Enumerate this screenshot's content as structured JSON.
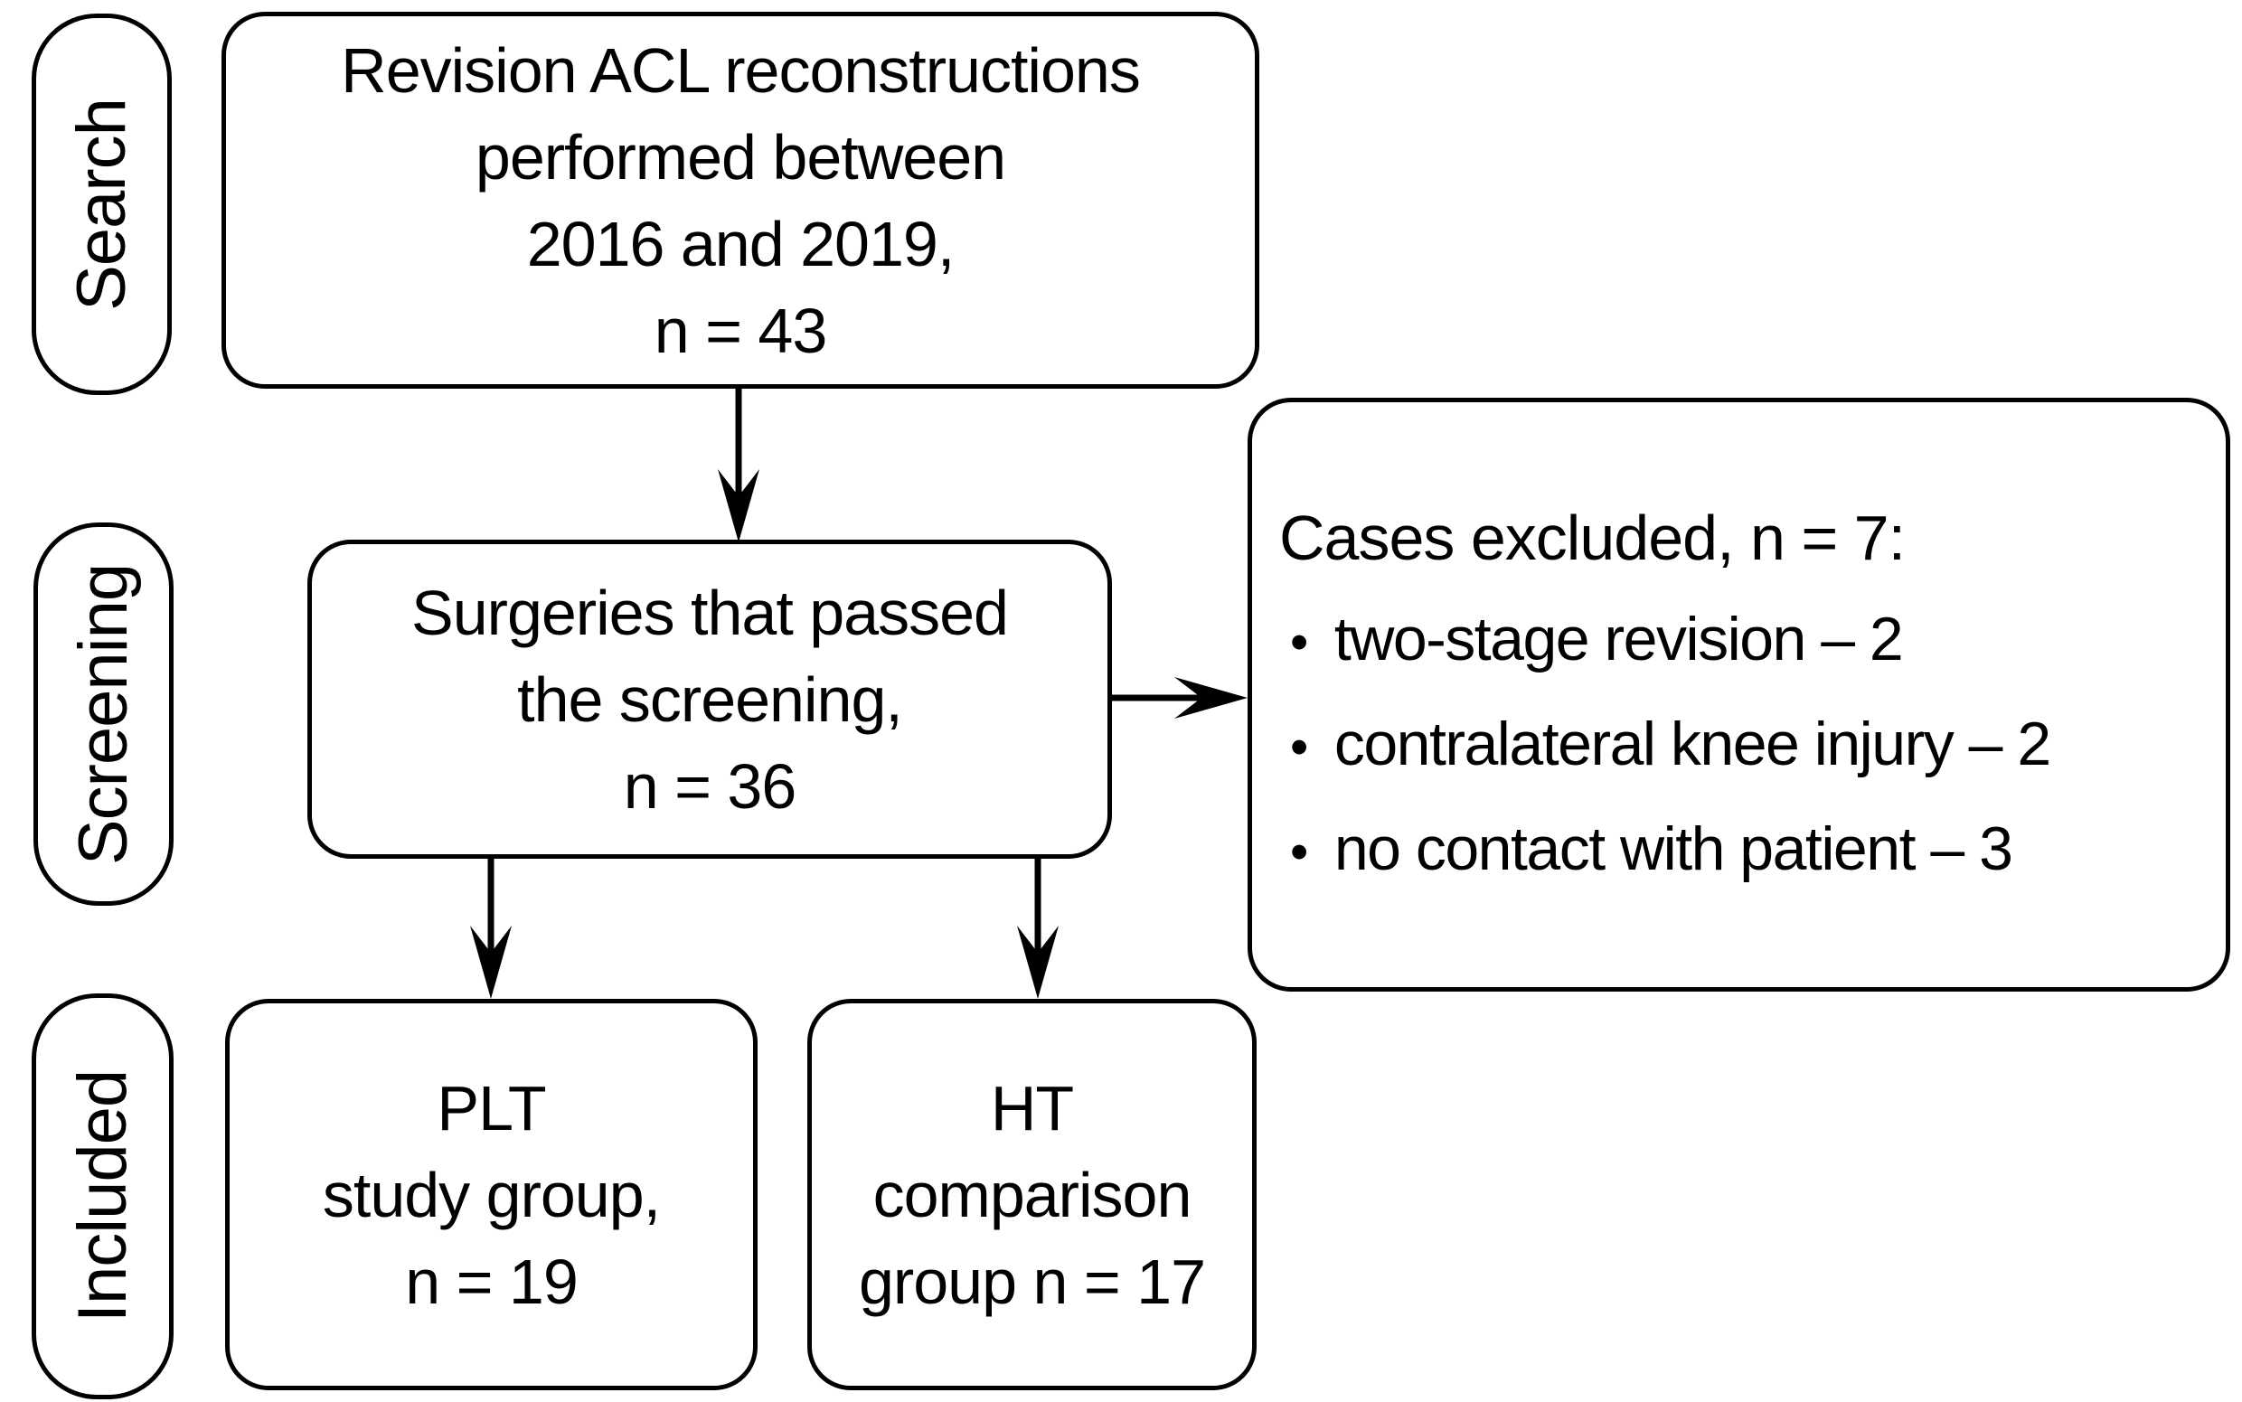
{
  "stages": [
    {
      "label": "Search"
    },
    {
      "label": "Screening"
    },
    {
      "label": "Included"
    }
  ],
  "boxes": {
    "search_population": {
      "lines": [
        "Revision ACL reconstructions",
        "performed between",
        "2016 and 2019,",
        "n = 43"
      ]
    },
    "screened": {
      "lines": [
        "Surgeries that passed",
        "the screening,",
        "n = 36"
      ]
    },
    "excluded": {
      "title": "Cases excluded, n = 7:",
      "bullet_char": "•",
      "items": [
        "two-stage revision – 2",
        "contralateral knee injury – 2",
        "no contact with patient – 3"
      ]
    },
    "plt_group": {
      "lines": [
        "PLT",
        "study group,",
        "n = 19"
      ]
    },
    "ht_group": {
      "lines": [
        "HT",
        "comparison",
        "group n = 17"
      ]
    }
  },
  "colors": {
    "line": "#000000",
    "text": "#000000",
    "background": "#ffffff"
  }
}
